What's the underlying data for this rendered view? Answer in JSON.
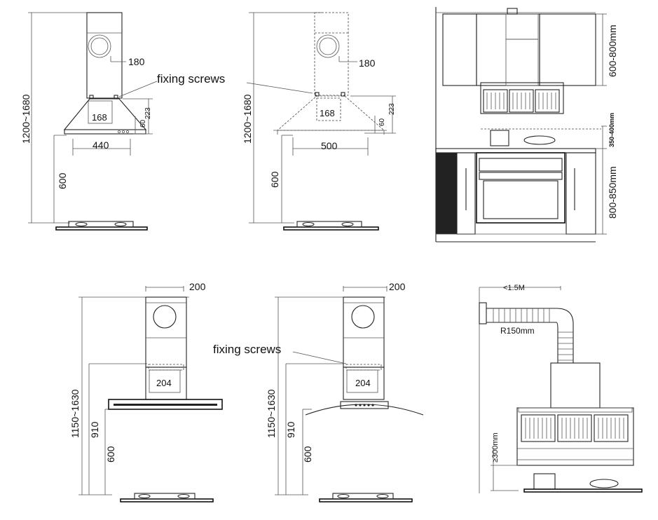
{
  "panels": {
    "p1": {
      "dim_chimney": "180",
      "label_screws": "fixing screws",
      "dim_body": "168",
      "dim_223": "223",
      "dim_60": "60",
      "dim_width": "440",
      "dim_total": "1200~1680",
      "dim_height": "600"
    },
    "p2": {
      "dim_chimney": "180",
      "dim_body": "168",
      "dim_223": "223",
      "dim_60": "60",
      "dim_width": "500",
      "dim_total": "1200~1680",
      "dim_height": "600"
    },
    "p3": {
      "dim_top": "600-800mm",
      "dim_mid": "350-400mm",
      "dim_bottom": "800-850mm"
    },
    "p4": {
      "dim_chimney": "200",
      "dim_body": "204",
      "dim_total": "1150~1630",
      "dim_910": "910",
      "dim_600": "600"
    },
    "p5": {
      "dim_chimney": "200",
      "label_screws": "fixing screws",
      "dim_body": "204",
      "dim_total": "1150~1630",
      "dim_910": "910",
      "dim_600": "600"
    },
    "p6": {
      "dim_duct": "<1.5M",
      "dim_radius": "R150mm",
      "dim_clearance": "≥300mm"
    }
  }
}
